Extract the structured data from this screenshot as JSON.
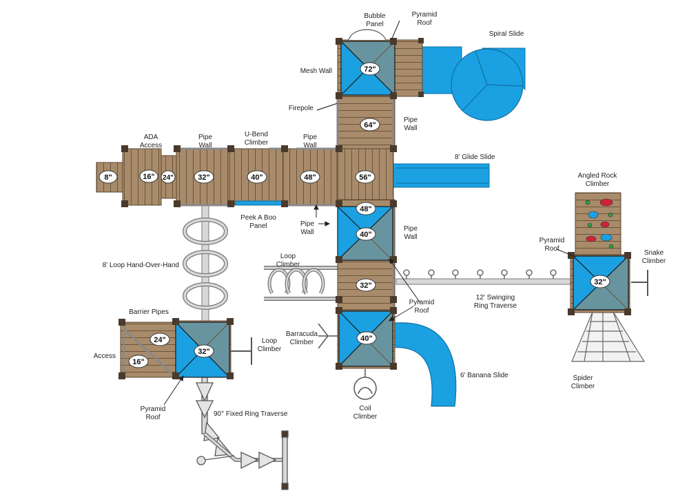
{
  "colors": {
    "deck": "#A88B6A",
    "deck_line": "#5A4632",
    "post": "#4A3A2C",
    "roof": "#1BA1E2",
    "slide": "#1BA1E2",
    "pipe": "#D8D8D8",
    "pipe_line": "#555555",
    "label": "#222222"
  },
  "decks": [
    {
      "id": "deck-8",
      "height": "8\""
    },
    {
      "id": "deck-16",
      "height": "16\""
    },
    {
      "id": "deck-24",
      "height": "24\""
    },
    {
      "id": "deck-32-left",
      "height": "32\""
    },
    {
      "id": "deck-40",
      "height": "40\""
    },
    {
      "id": "deck-48",
      "height": "48\""
    },
    {
      "id": "deck-56",
      "height": "56\""
    },
    {
      "id": "deck-64",
      "height": "64\""
    },
    {
      "id": "deck-72",
      "height": "72\""
    },
    {
      "id": "deck-48-tower",
      "height": "48\""
    },
    {
      "id": "deck-40-tower",
      "height": "40\""
    },
    {
      "id": "deck-32-tower",
      "height": "32\""
    },
    {
      "id": "deck-40-bottom",
      "height": "40\""
    },
    {
      "id": "deck-24-barrier",
      "height": "24\""
    },
    {
      "id": "deck-16-barrier",
      "height": "16\""
    },
    {
      "id": "deck-32-barrier",
      "height": "32\""
    },
    {
      "id": "deck-32-rock",
      "height": "32\""
    }
  ],
  "labels": {
    "bubble_panel": "Bubble\nPanel",
    "pyramid_roof_top": "Pyramid\nRoof",
    "spiral_slide": "Spiral Slide",
    "mesh_wall": "Mesh Wall",
    "firepole": "Firepole",
    "pipe_wall_tower": "Pipe\nWall",
    "ada_access": "ADA\nAccess",
    "pipe_wall_left": "Pipe\nWall",
    "u_bend_climber": "U-Bend\nClimber",
    "pipe_wall_mid": "Pipe\nWall",
    "glide_slide": "8' Glide Slide",
    "angled_rock_climber": "Angled Rock\nClimber",
    "peek_a_boo_panel": "Peek A Boo\nPanel",
    "pipe_wall_arrow": "Pipe\nWall",
    "pipe_wall_right": "Pipe\nWall",
    "pyramid_roof_rock": "Pyramid\nRoof",
    "snake_climber": "Snake\nClimber",
    "loop_climber_top": "Loop\nClimber",
    "loop_hand_over_hand": "8' Loop Hand-Over-Hand",
    "swinging_ring_traverse": "12' Swinging\nRing Traverse",
    "pyramid_roof_mid": "Pyramid\nRoof",
    "barrier_pipes": "Barrier Pipes",
    "barracuda_climber": "Barracuda\nClimber",
    "access": "Access",
    "loop_climber_bottom": "Loop\nClimber",
    "banana_slide": "6' Banana Slide",
    "spider_climber": "Spider\nClimber",
    "pyramid_roof_left": "Pyramid\nRoof",
    "fixed_ring_traverse": "90° Fixed Ring Traverse",
    "coil_climber": "Coil\nClimber"
  }
}
